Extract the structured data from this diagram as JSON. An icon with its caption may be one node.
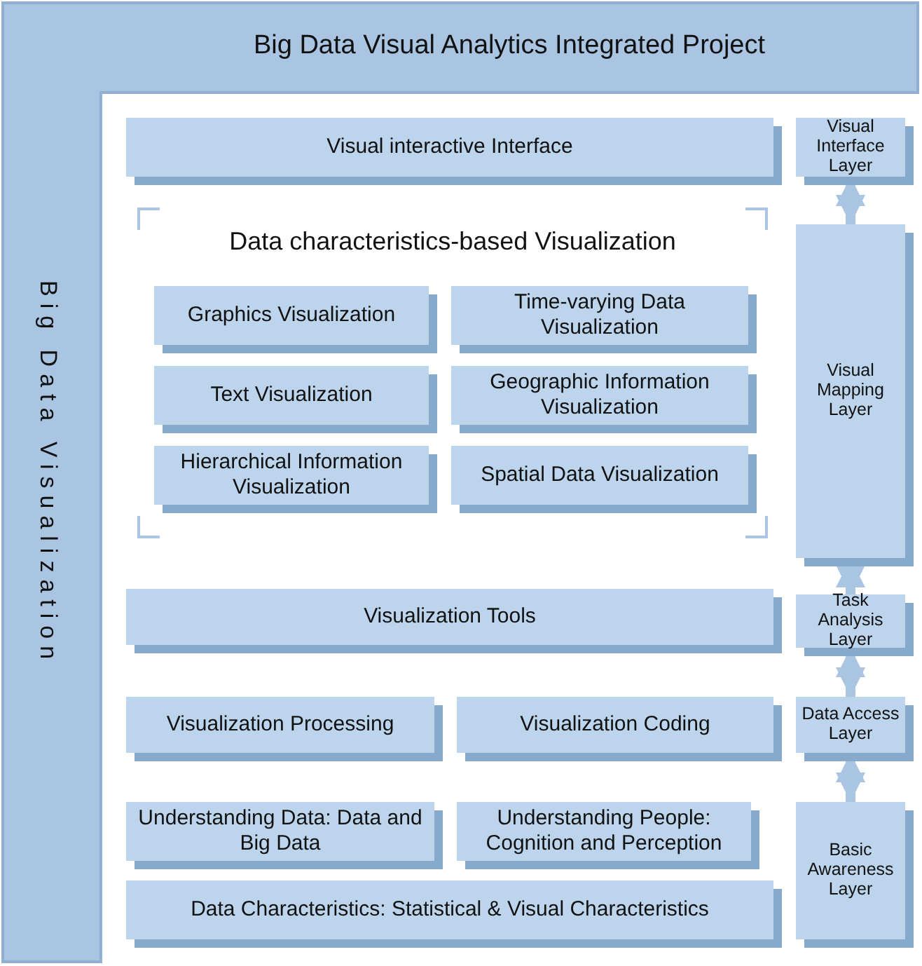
{
  "diagram": {
    "nodes": [
      {
        "text": [
          "Big Data Visual Analytics Integrated Project",
          "Big Data Visualization"
        ]
      },
      {
        "text": [
          "Visual interactive Interface"
        ]
      },
      {
        "text": [
          "Visual Interface Layer"
        ]
      },
      {
        "text": [
          "Data characteristics-based Visualization"
        ]
      },
      {
        "text": [
          "Graphics Visualization"
        ],
        "in": 3
      },
      {
        "text": [
          "Time-varying Data Visualization"
        ],
        "in": 3
      },
      {
        "text": [
          "Text Visualization"
        ],
        "in": 3
      },
      {
        "text": [
          "Geographic Information Visualization"
        ],
        "in": 3
      },
      {
        "text": [
          "Hierarchical Information Visualization"
        ],
        "in": 3
      },
      {
        "text": [
          "Spatial Data Visualization"
        ],
        "in": 3
      },
      {
        "text": [
          "Visual Mapping Layer"
        ]
      },
      {
        "text": [
          "Visualization Tools"
        ]
      },
      {
        "text": [
          "Task Analysis Layer"
        ]
      },
      {
        "text": [
          "Visualization Processing"
        ]
      },
      {
        "text": [
          "Visualization Coding"
        ]
      },
      {
        "text": [
          "Data Access Layer"
        ]
      },
      {
        "text": [
          "Understanding Data: Data and Big Data"
        ]
      },
      {
        "text": [
          "Understanding People: Cognition and Perception"
        ]
      },
      {
        "text": [
          "Data Characteristics: Statistical & Visual Characteristics"
        ]
      },
      {
        "text": [
          "Basic Awareness Layer"
        ]
      }
    ],
    "edges": [
      {
        "from": 2,
        "to": 10,
        "arrow": "both"
      },
      {
        "from": 10,
        "to": 12,
        "arrow": "both"
      },
      {
        "from": 12,
        "to": 15,
        "arrow": "both"
      },
      {
        "from": 15,
        "to": 19,
        "arrow": "both"
      }
    ]
  }
}
